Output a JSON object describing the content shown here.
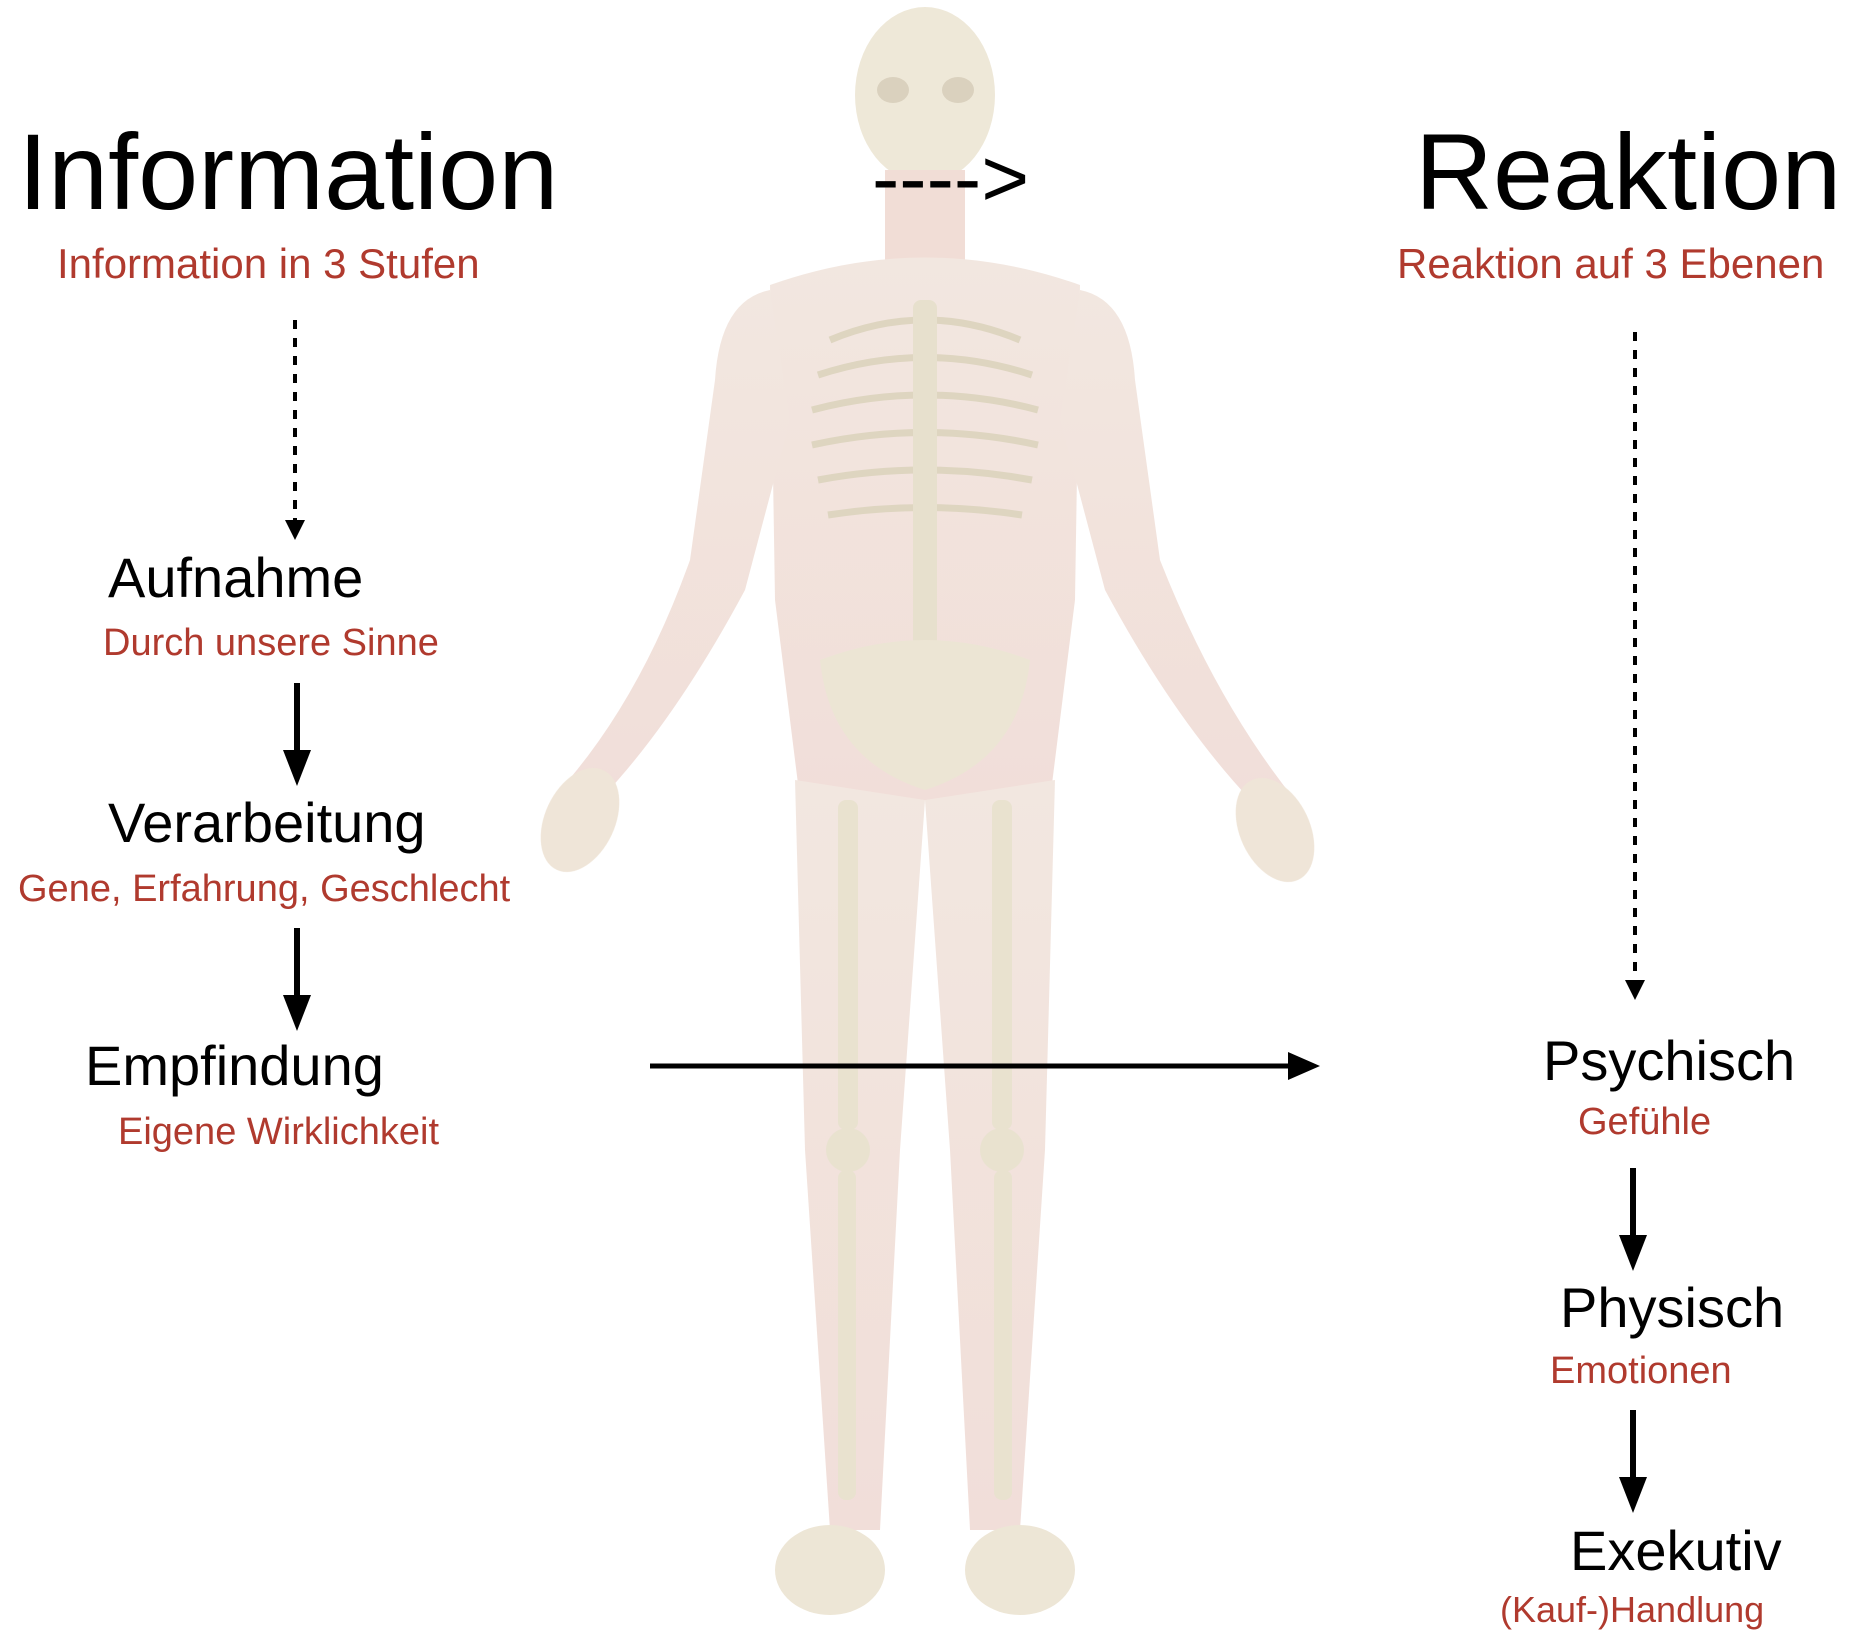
{
  "colors": {
    "subtitle": "#b03a2e",
    "text": "#000000",
    "figure_skin": "#f3dcd6",
    "figure_bone": "#ece8d8"
  },
  "figure": {
    "icon": "human-anatomy-skeleton-illustration"
  },
  "flow_arrow_label": "---->",
  "information": {
    "title": "Information",
    "subtitle": "Information in 3 Stufen",
    "steps": [
      {
        "label": "Aufnahme",
        "sub": "Durch unsere Sinne"
      },
      {
        "label": "Verarbeitung",
        "sub": "Gene, Erfahrung, Geschlecht"
      },
      {
        "label": "Empfindung",
        "sub": "Eigene Wirklichkeit"
      }
    ]
  },
  "reaktion": {
    "title": "Reaktion",
    "subtitle": "Reaktion auf 3 Ebenen",
    "steps": [
      {
        "label": "Psychisch",
        "sub": "Gefühle"
      },
      {
        "label": "Physisch",
        "sub": "Emotionen"
      },
      {
        "label": "Exekutiv",
        "sub": "(Kauf-)Handlung"
      }
    ]
  }
}
